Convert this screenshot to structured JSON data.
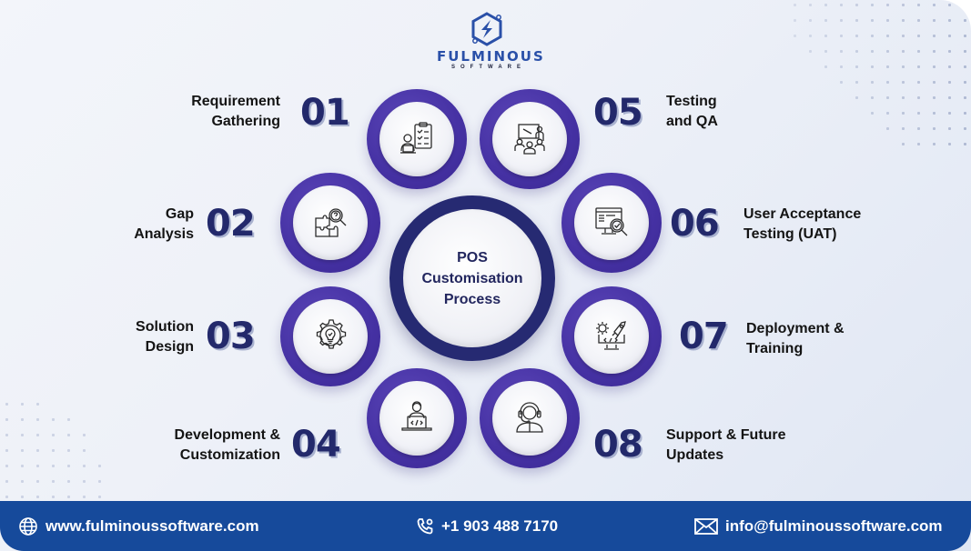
{
  "brand": {
    "name": "FULMINOUS",
    "tagline": "SOFTWARE",
    "primary_color": "#2a50a8",
    "dark_navy": "#23296b",
    "ring_purple": "#4531a3",
    "footer_blue": "#164a9b"
  },
  "center": {
    "line1": "POS",
    "line2": "Customisation",
    "line3": "Process"
  },
  "steps": [
    {
      "number": "01",
      "line1": "Requirement",
      "line2": "Gathering",
      "icon": "clipboard-checklist-person-icon"
    },
    {
      "number": "02",
      "line1": "Gap",
      "line2": "Analysis",
      "icon": "puzzle-magnifier-icon"
    },
    {
      "number": "03",
      "line1": "Solution",
      "line2": "Design",
      "icon": "gear-lightbulb-icon"
    },
    {
      "number": "04",
      "line1": "Development &",
      "line2": "Customization",
      "icon": "developer-laptop-code-icon"
    },
    {
      "number": "05",
      "line1": "Testing",
      "line2": "and QA",
      "icon": "presentation-team-icon"
    },
    {
      "number": "06",
      "line1": "User Acceptance",
      "line2": "Testing (UAT)",
      "icon": "monitor-magnifier-check-icon"
    },
    {
      "number": "07",
      "line1": "Deployment &",
      "line2": "Training",
      "icon": "monitor-gear-rocket-icon"
    },
    {
      "number": "08",
      "line1": "Support & Future",
      "line2": "Updates",
      "icon": "headset-support-agent-icon"
    }
  ],
  "footer": {
    "website": "www.fulminoussoftware.com",
    "phone": "+1 903 488 7170",
    "email": "info@fulminoussoftware.com",
    "website_icon": "globe-icon",
    "phone_icon": "phone-icon",
    "email_icon": "envelope-icon"
  }
}
